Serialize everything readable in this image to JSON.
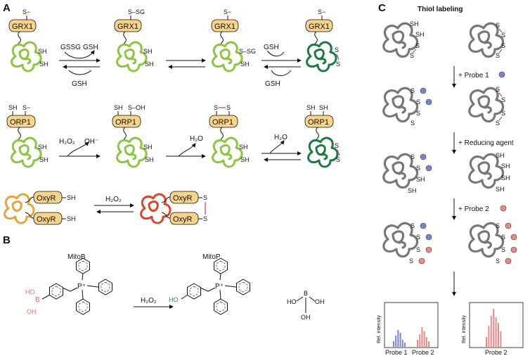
{
  "panels": {
    "a": "A",
    "b": "B",
    "c": "C"
  },
  "panel_a": {
    "row1": {
      "protein": "GRX1",
      "thiolate": "S−",
      "mixed_disulfide": "S–SG",
      "sh": "SH",
      "step1_top": "GSSG",
      "step1_right": "GSH",
      "step1_bottom": "GSH",
      "step3_top": "GSH",
      "step3_bottom": "GSH"
    },
    "row2": {
      "protein": "ORP1",
      "sh": "SH",
      "thiolate": "S−",
      "sulfenic": "S–OH",
      "s": "S",
      "step1_left": "H₂O₂",
      "step1_right": "OH⁻",
      "step2": "H₂O",
      "step3": "H₂O"
    },
    "row3": {
      "protein": "OxyR",
      "sh": "SH",
      "s": "S",
      "step": "H₂O₂"
    }
  },
  "panel_b": {
    "reactant": "MitoB",
    "product": "MitoP",
    "reagent": "H₂O₂",
    "ho": "HO",
    "oh": "OH",
    "b": "B",
    "p_plus": "P⁺",
    "byproduct_ho": "HO",
    "byproduct_b": "B",
    "byproduct_oh1": "OH",
    "byproduct_oh2": "OH"
  },
  "panel_c": {
    "title": "Thiol labeling",
    "step1": "+ Probe 1",
    "step2": "+  Reducing agent",
    "step3": "+ Probe 2",
    "sh": "SH",
    "s": "S",
    "ylabel_left": "Rel. intensity",
    "ylabel_right": "Rel. intensity",
    "xlabels_left": [
      "Probe 1",
      "Probe 2"
    ],
    "xlabel_right": "Probe 2",
    "probe1_color": "#7b86c8",
    "probe2_color": "#ea8a87"
  },
  "colors": {
    "protein_light_green": "#8cc63f",
    "protein_dark_green": "#1a7a40",
    "protein_orange": "#e8a33a",
    "protein_red": "#d9452a",
    "protein_gray": "#777777",
    "box_fill": "#f8d48a",
    "disulfide": "#d0447f",
    "boronic": "#e26d6d",
    "phenol": "#3f6db3"
  }
}
